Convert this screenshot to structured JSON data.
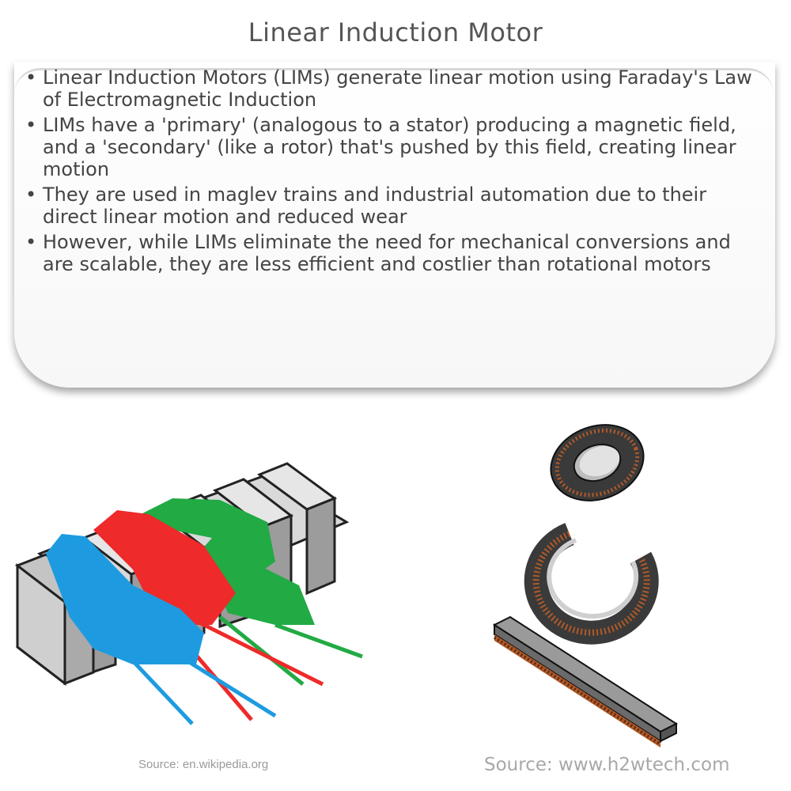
{
  "title": "Linear Induction Motor",
  "bullets": [
    "Linear Induction Motors (LIMs) generate linear motion using Faraday's Law of Electromagnetic Induction",
    "LIMs have a 'primary' (analogous to a stator) producing a magnetic field, and a 'secondary' (like a rotor) that's pushed by this field, creating linear motion",
    "They are used in maglev trains and industrial automation due to their direct linear motion and reduced wear",
    "However, while LIMs eliminate the need for mechanical conversions and are scalable, they are less efficient and costlier than rotational motors"
  ],
  "bullet_symbol": "•",
  "sources": {
    "left": "Source: en.wikipedia.org",
    "right": "Source: www.h2wtech.com"
  },
  "colors": {
    "phase_a": "#1e9be0",
    "phase_b": "#ee2a2a",
    "phase_c": "#22aa44",
    "core": "#c8c8c8",
    "coil": "#b05a2a"
  }
}
